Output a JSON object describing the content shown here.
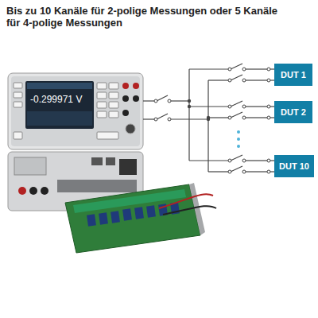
{
  "diagram": {
    "title": "Bis zu 10 Kanäle für 2-polige Messungen oder 5 Kanäle für 4-polige Messungen",
    "nodes": [
      {
        "text": [
          "DUT 1"
        ]
      },
      {
        "text": [
          "DUT 2"
        ]
      },
      {
        "text": [
          "DUT 10"
        ]
      }
    ],
    "labels": [
      "-0.299971 V"
    ]
  }
}
